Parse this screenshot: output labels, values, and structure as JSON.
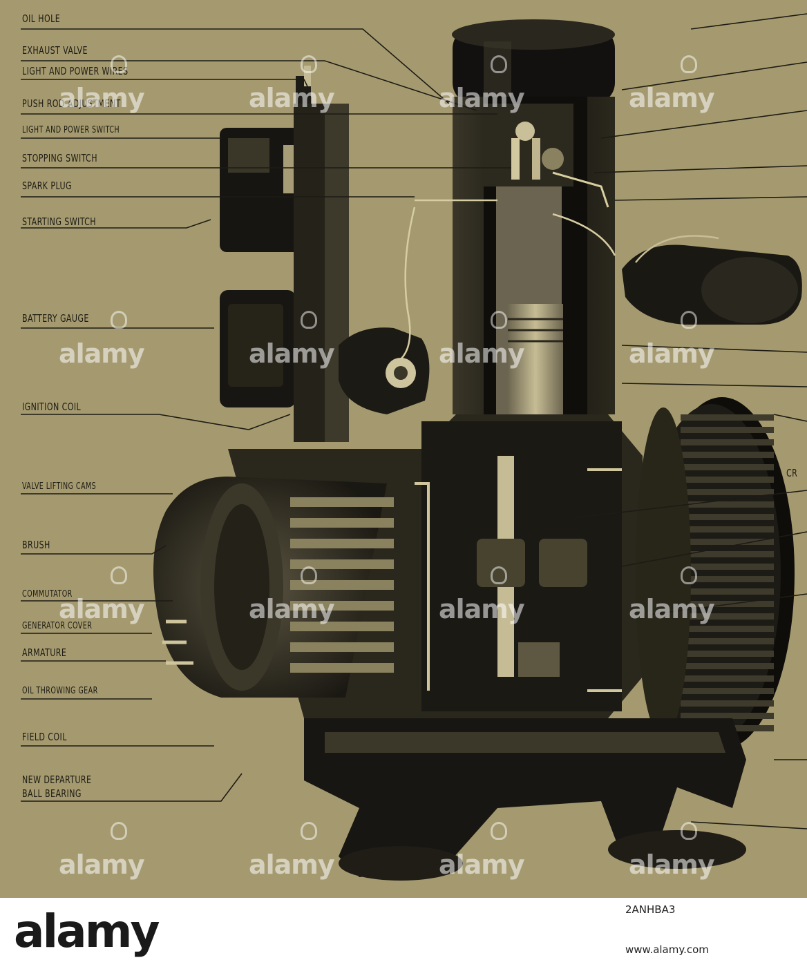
{
  "diagram": {
    "labels_left": [
      {
        "id": "oil-hole",
        "text": "OIL HOLE"
      },
      {
        "id": "exhaust-valve",
        "text": "EXHAUST VALVE"
      },
      {
        "id": "light-power-wires",
        "text": "LIGHT AND POWER WIRES"
      },
      {
        "id": "push-rod-adjustment",
        "text": "PUSH ROD ADJUSTMENT"
      },
      {
        "id": "light-power-switch",
        "text": "LIGHT AND POWER SWITCH"
      },
      {
        "id": "stopping-switch",
        "text": "STOPPING SWITCH"
      },
      {
        "id": "spark-plug",
        "text": "SPARK PLUG"
      },
      {
        "id": "starting-switch",
        "text": "STARTING SWITCH"
      },
      {
        "id": "battery-gauge",
        "text": "BATTERY GAUGE"
      },
      {
        "id": "ignition-coil",
        "text": "IGNITION COIL"
      },
      {
        "id": "valve-lifting-cams",
        "text": "VALVE LIFTING CAMS"
      },
      {
        "id": "brush",
        "text": "BRUSH"
      },
      {
        "id": "commutator",
        "text": "COMMUTATOR"
      },
      {
        "id": "generator-cover",
        "text": "GENERATOR COVER"
      },
      {
        "id": "armature",
        "text": "ARMATURE"
      },
      {
        "id": "oil-throwing-gear",
        "text": "OIL THROWING GEAR"
      },
      {
        "id": "field-coil",
        "text": "FIELD COIL"
      },
      {
        "id": "new-departure-1",
        "text": "NEW DEPARTURE"
      },
      {
        "id": "new-departure-2",
        "text": "BALL BEARING"
      }
    ],
    "label_right_partial": "CR"
  },
  "watermark": {
    "text": "alamy"
  },
  "footer": {
    "logo": "alamy",
    "image_id": "2ANHBA3",
    "url": "www.alamy.com"
  }
}
